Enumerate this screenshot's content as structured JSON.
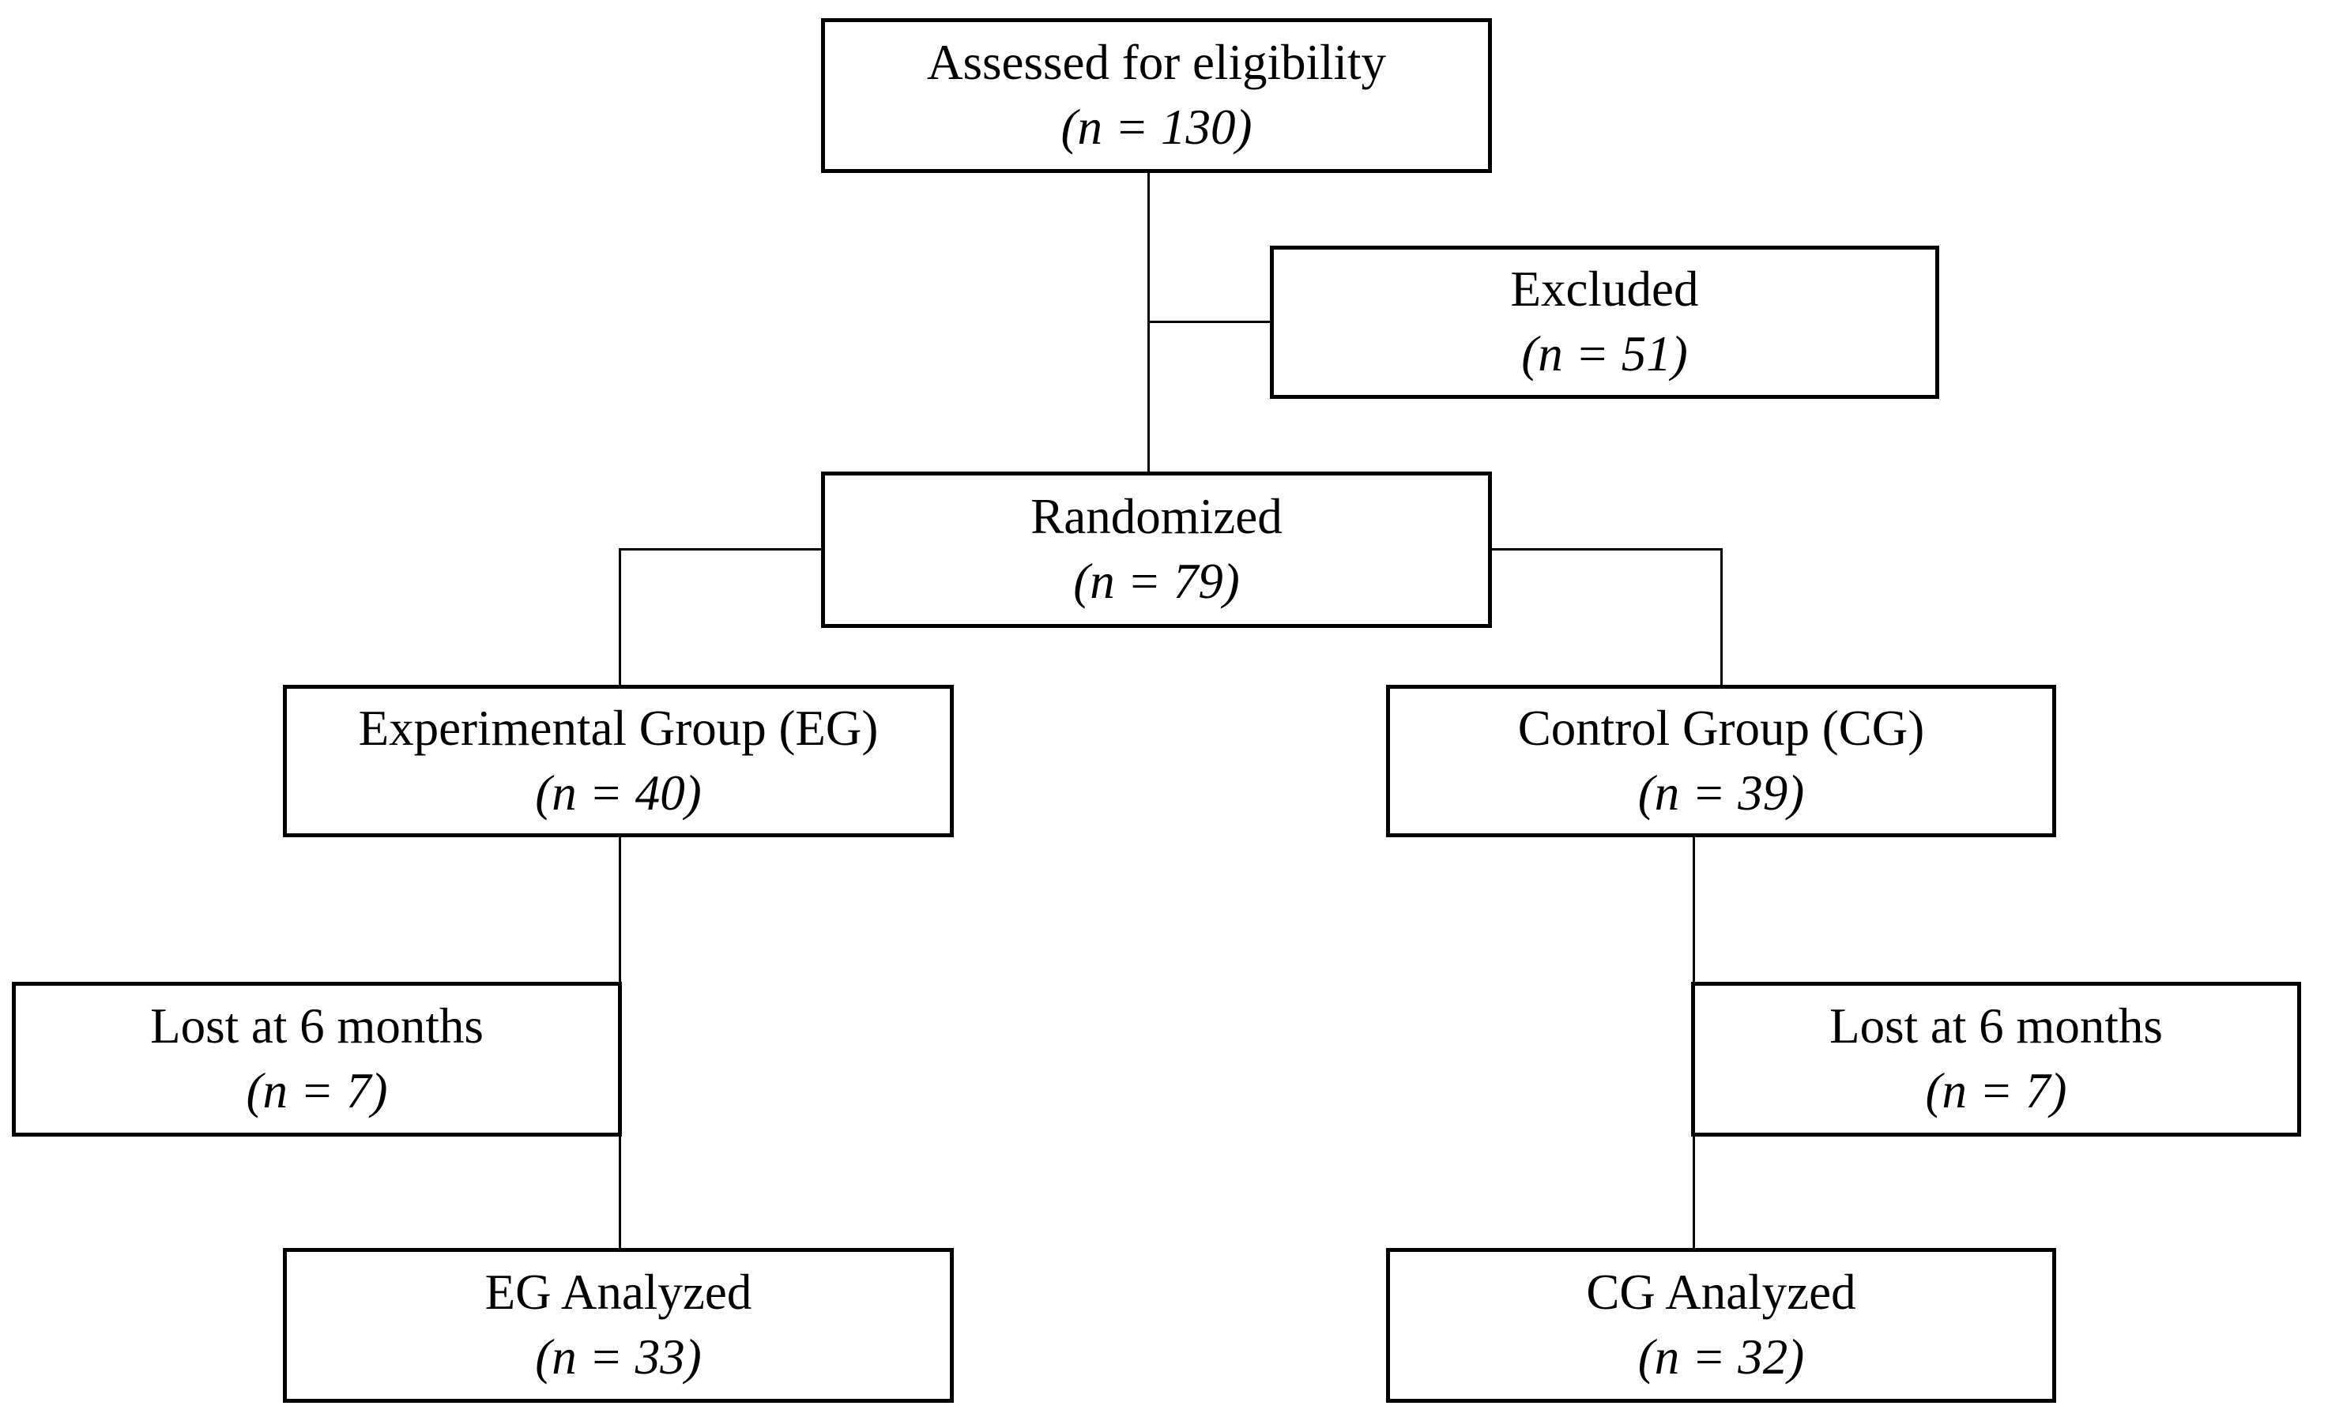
{
  "diagram": {
    "type": "flowchart",
    "kind": "participant-flow",
    "background_color": "#ffffff",
    "box_border_color": "#000000",
    "box_fill_color": "#ffffff",
    "text_color": "#000000",
    "nodes": [
      {
        "id": "assessed",
        "label": "Assessed for eligibility",
        "n": 130,
        "n_label": "(n = 130)"
      },
      {
        "id": "excluded",
        "label": "Excluded",
        "n": 51,
        "n_label": "(n = 51)"
      },
      {
        "id": "randomized",
        "label": "Randomized",
        "n": 79,
        "n_label": "(n = 79)"
      },
      {
        "id": "eg",
        "label": "Experimental Group (EG)",
        "n": 40,
        "n_label": "(n = 40)"
      },
      {
        "id": "cg",
        "label": "Control Group (CG)",
        "n": 39,
        "n_label": "(n = 39)"
      },
      {
        "id": "lost-eg",
        "label": "Lost at 6 months",
        "n": 7,
        "n_label": "(n = 7)"
      },
      {
        "id": "lost-cg",
        "label": "Lost at 6 months",
        "n": 7,
        "n_label": "(n = 7)"
      },
      {
        "id": "eg-analyzed",
        "label": "EG Analyzed",
        "n": 33,
        "n_label": "(n = 33)"
      },
      {
        "id": "cg-analyzed",
        "label": "CG Analyzed",
        "n": 32,
        "n_label": "(n = 32)"
      }
    ],
    "edges": [
      {
        "from": "assessed",
        "to": "randomized"
      },
      {
        "from": "assessed",
        "to": "excluded"
      },
      {
        "from": "randomized",
        "to": "eg"
      },
      {
        "from": "randomized",
        "to": "cg"
      },
      {
        "from": "eg",
        "to": "eg-analyzed",
        "via": "lost-eg"
      },
      {
        "from": "cg",
        "to": "cg-analyzed",
        "via": "lost-cg"
      }
    ]
  }
}
